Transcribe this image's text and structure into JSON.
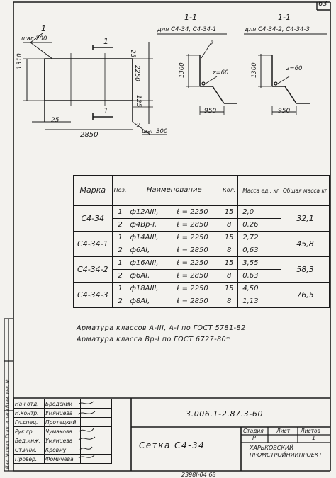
{
  "sheet_number": "63",
  "bottom_code": "2398I-04 68",
  "drawing": {
    "step_top": "шаг 200",
    "mark_1": "1",
    "mark_2": "2",
    "dim_height": "1310",
    "dim_length": "2850",
    "dim_left": "25",
    "dim_right_25": "25",
    "dim_right_125": "125",
    "dim_2250": "2250",
    "step_bottom": "шаг 300"
  },
  "sections": [
    {
      "title": "1-1",
      "subtitle": "для С4-34, С4-34-1",
      "dim_h": "1300",
      "dim_z": "z=60",
      "dim_w": "950"
    },
    {
      "title": "1-1",
      "subtitle": "для С4-34-2, С4-34-3",
      "dim_h": "1300",
      "dim_z": "z=60",
      "dim_w": "950"
    }
  ],
  "table": {
    "headers": {
      "mark": "Марка",
      "pos": "Поз.",
      "name": "Наименование",
      "qty": "Кол.",
      "mass_unit": "Масса ед., кг",
      "total_mass": "Общая масса кг"
    },
    "groups": [
      {
        "mark": "С4-34",
        "total": "32,1",
        "rows": [
          {
            "pos": "1",
            "dia": "ф12АIII,",
            "len": "ℓ = 2250",
            "qty": "15",
            "mass": "2,0"
          },
          {
            "pos": "2",
            "dia": "ф4Вр-I,",
            "len": "ℓ = 2850",
            "qty": "8",
            "mass": "0,26"
          }
        ]
      },
      {
        "mark": "С4-34-1",
        "total": "45,8",
        "rows": [
          {
            "pos": "1",
            "dia": "ф14АIII,",
            "len": "ℓ = 2250",
            "qty": "15",
            "mass": "2,72"
          },
          {
            "pos": "2",
            "dia": "ф6АI,",
            "len": "ℓ = 2850",
            "qty": "8",
            "mass": "0,63"
          }
        ]
      },
      {
        "mark": "С4-34-2",
        "total": "58,3",
        "rows": [
          {
            "pos": "1",
            "dia": "ф16АIII,",
            "len": "ℓ = 2250",
            "qty": "15",
            "mass": "3,55"
          },
          {
            "pos": "2",
            "dia": "ф6АI,",
            "len": "ℓ = 2850",
            "qty": "8",
            "mass": "0,63"
          }
        ]
      },
      {
        "mark": "С4-34-3",
        "total": "76,5",
        "rows": [
          {
            "pos": "1",
            "dia": "ф18АIII,",
            "len": "ℓ = 2250",
            "qty": "15",
            "mass": "4,50"
          },
          {
            "pos": "2",
            "dia": "ф8АI,",
            "len": "ℓ = 2850",
            "qty": "8",
            "mass": "1,13"
          }
        ]
      }
    ]
  },
  "notes": [
    "Арматура классов А-III, А-I по ГОСТ 5781-82",
    "Арматура класса Вр-I по ГОСТ 6727-80*"
  ],
  "side_stamp": "Инв. № подл.   Подп. и дата   Взам. инв. №",
  "signatures": [
    {
      "role": "Нач.отд.",
      "name": "Бродский"
    },
    {
      "role": "Н.контр.",
      "name": "Умянцева"
    },
    {
      "role": "Гл.спец.",
      "name": "Протецкий"
    },
    {
      "role": "Рук.гр.",
      "name": "Чумакова"
    },
    {
      "role": "Вед.инж.",
      "name": "Умянцева"
    },
    {
      "role": "Ст.инж.",
      "name": "Кровму"
    },
    {
      "role": "Провер.",
      "name": "Фомичева"
    }
  ],
  "title_block": {
    "code": "3.006.1-2.87.3-60",
    "name": "Сетка С4-34",
    "stage_label": "Стадия",
    "sheet_label": "Лист",
    "sheets_label": "Листов",
    "stage": "Р",
    "sheet": "",
    "sheets": "1",
    "org": "ХАРЬКОВСКИЙ ПРОМСТРОЙНИИПРОЕКТ"
  }
}
